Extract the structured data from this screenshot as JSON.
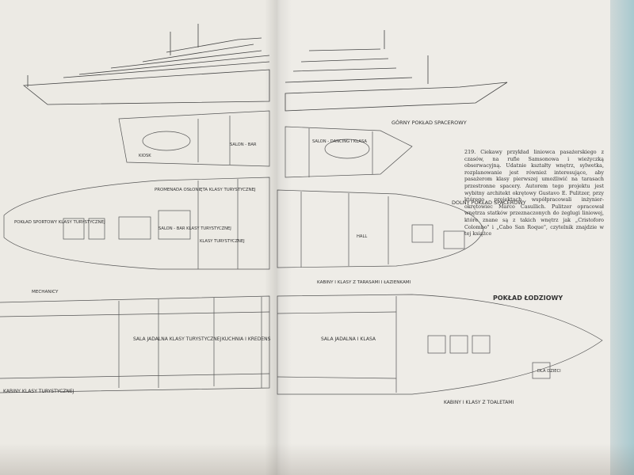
{
  "labels": {
    "upper_deck": "GÓRNY POKŁAD SPACEROWY",
    "lower_deck": "DOLNY POKŁAD SPACEROWY",
    "boat_deck": "POKŁAD ŁODZIOWY",
    "promenade": "PROMENADA OSŁONIĘTA KLASY TURYSTYCZNEJ",
    "sport_deck": "POKŁAD SPORTOWY KLASY TURYSTYCZNEJ",
    "salon_bar_tourist": "SALON - BAR KLASY TURYSTYCZNEJ",
    "salon_bar_i": "SALON - BAR",
    "salon_first": "SALON - DANCING I KLASA",
    "tourist_class": "KLASY TURYSTYCZNEJ",
    "dining_tourist": "SALA JADALNA KLASY TURYSTYCZNEJ",
    "dining_first": "SALA JADALNA I KLASA",
    "kitchen": "KUCHNIA I KREDENS",
    "cabins_tourist": "KABINY KLASY TURYSTYCZNEJ",
    "cabins_first": "KABINY I KLASY Z TOALETAMI",
    "cabins_lux": "KABINY I KLASY Z TARASAMI I ŁAZIENKAMI",
    "mechanics": "MECHANICY",
    "kids": "DLA DZIECI",
    "hall": "HALL",
    "kiosk": "KIOSK"
  },
  "caption": "219. Ciekawy przykład liniowca pasażerskiego z czasów, na rufie Samsonowa i wieżyczką obserwacyjną. Udatnie kształty wnętrz, sylwetka, rozplanowanie jest również interesujące, aby pasażerom klasy pierwszej umożliwić na tarasach przestronne spacery. Autorem tego projektu jest wybitny architekt okrętowy Gustavo E. Pulitzer, przy którego projektach współpracowali inżynier-okrętowiec Marco Casullich. Pulitzer opracował wnętrza statków przeznaczonych do żeglugi liniowej, które znane są z takich wnętrz jak „Cristoforo Colombo\" i „Cabo San Roque\", czytelnik znajdzie w tej książce"
}
